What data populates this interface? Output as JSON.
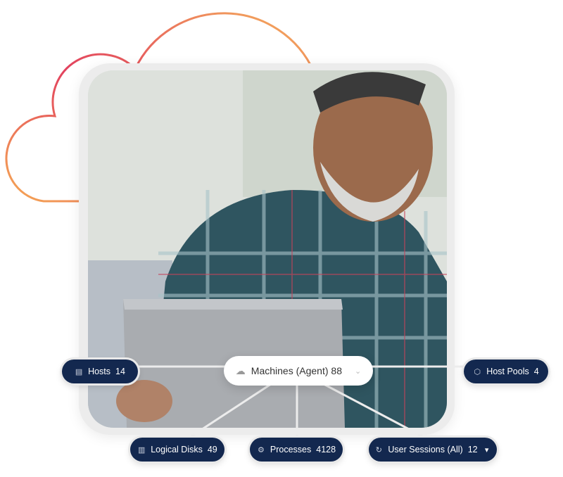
{
  "center_node": {
    "label": "Machines (Agent) 88",
    "icon": "cloud-agent-icon"
  },
  "nodes": [
    {
      "label": "Hosts",
      "count": "14",
      "icon": "server-icon"
    },
    {
      "label": "Host Pools",
      "count": "4",
      "icon": "cube-icon"
    },
    {
      "label": "Logical Disks",
      "count": "49",
      "icon": "database-icon"
    },
    {
      "label": "Processes",
      "count": "4128",
      "icon": "gear-icon"
    },
    {
      "label": "User Sessions (All)",
      "count": "12",
      "icon": "refresh-icon"
    }
  ],
  "colors": {
    "pill": "#13284f",
    "cloud_start": "#f5a855",
    "cloud_mid": "#e2415e",
    "cloud_end": "#f5b25c"
  }
}
